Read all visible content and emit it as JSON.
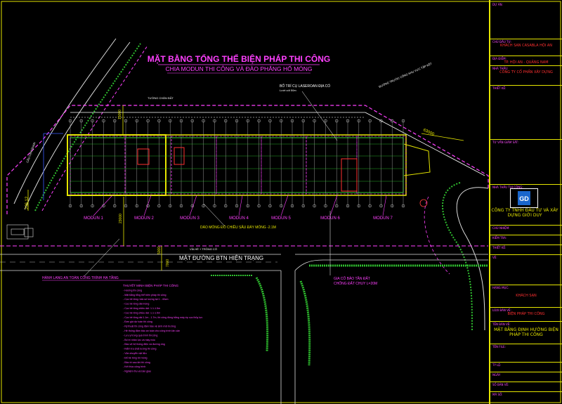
{
  "title_main": "MẶT BẰNG TỔNG THỂ BIỆN PHÁP THI CÔNG",
  "title_sub": "CHIA MODUN THI CÔNG VÀ ĐÀO PHẲNG HỐ MÓNG",
  "notes": {
    "laser": "BỐ TRÍ CỤ LASEROAN ĐỊA CÓ",
    "laser_sub": "Lưới cốt 50m",
    "excavation": "DÀO MÓNG ĐÓ CHIỀU SÂU ĐÁY MÓNG -2.1M",
    "road": "MẶT ĐƯỜNG BTN HIỆN TRẠNG",
    "walkway": "VỈA HÈ + TRỒNG CỎ",
    "fence": "HÀNH LANG AN TOÀN CÔNG TRÌNH HẠ TẦNG",
    "support": "GIA CỐ BẢO TẦN ĐẤT",
    "support_sub": "CHỐNG ĐẤT CHUY L=20M",
    "boundary_top": "TƯỜNG CHẮN ĐẤT",
    "boundary_left": "CẦU CẠN QUAN",
    "street_right": "ĐƯỜNG TRƯỚC CỔNG KHU VỰC TẬP KẾT",
    "dim_left": "236.12",
    "dim_right": "63000",
    "dim_a": "23000",
    "dim_b": "5000",
    "dim_c": "7000",
    "dim_d": "15000"
  },
  "modules": [
    "MODUN 1",
    "MODUN 2",
    "MODUN 3",
    "MODUN 4",
    "MODUN 5",
    "MODUN 6",
    "MODUN 7"
  ],
  "legend": [
    "THUYẾT MINH BIỆN PHÁP THI CÔNG",
    "- Hướng thi công",
    "- Mặt bằng tổng thể biện pháp thi công",
    "- Cọc bê tông: bấc số lượng tại 1 - 40cm",
    "- Cọc bê tông dài móng",
    "- Cọc bê tông chiều dài: 1.1-1.5m",
    "- Cọc bê tông chiều dài: 1.1-1.5m",
    "- Cọc bê tông dài 1.1m - 1.7m, thi công đóng bằng máy ép cọc thủy lực",
    "- Đơn giá dự toán thi công",
    "- Kỹ thuật thi công đảm bảo vệ sinh môi trường",
    "- Hệ thống đảm bảo an toàn cho công trình lân cận",
    "- Lưu ý trong quá trình thi công",
    "- Bố trí nhân lực và máy móc",
    "- Bảo vệ hệ thống điện và đường ống",
    "- Kiểm tra chất lượng thi công",
    "- Vận chuyển vật liệu",
    "- Đổ bê tông lót móng",
    "- Bảo trì sau khi thi công",
    "- Kết thúc công trình",
    "- Nghiệm thu và bàn giao"
  ],
  "title_block": {
    "project_label": "DỰ ÁN:",
    "owner_label": "CHỦ ĐẦU TƯ:",
    "owner": "KHÁCH SẠN CASABLA HỘI AN",
    "address_label": "ĐỊA ĐIỂM:",
    "address": "TP. HỘI AN - QUẢNG NAM",
    "contractor_label": "NHÀ THẦU:",
    "contractor": "CÔNG TY CỔ PHẦN XÂY DỰNG",
    "design_label": "THIẾT KẾ:",
    "supervisor_label": "TƯ VẤN GIÁM SÁT:",
    "company_label": "NHÀ THẦU THI CÔNG:",
    "company": "CÔNG TY TNHH ĐẦU TƯ VÀ XÂY DỰNG GIỚI DUY",
    "manager_label": "CHỦ NHIỆM:",
    "checker_label": "KIỂM TRA:",
    "drawer_label": "THIẾT KẾ:",
    "draft_label": "VẼ:",
    "stage_label": "HẠNG MỤC:",
    "stage": "KHÁCH SẠN",
    "drawing_type_label": "LOẠI BẢN VẼ:",
    "drawing_type": "BIỆN PHÁP THI CÔNG",
    "drawing_name_label": "TÊN BẢN VẼ:",
    "drawing_name": "MẶT BẰNG ĐỊNH HƯỚNG BIỆN PHÁP THI CÔNG",
    "file_label": "TÊN FILE:",
    "scale_label": "TỶ LỆ:",
    "date_label": "NGÀY:",
    "sheet_label": "SỐ BẢN VẼ:",
    "number_label": "MÃ SỐ:"
  }
}
